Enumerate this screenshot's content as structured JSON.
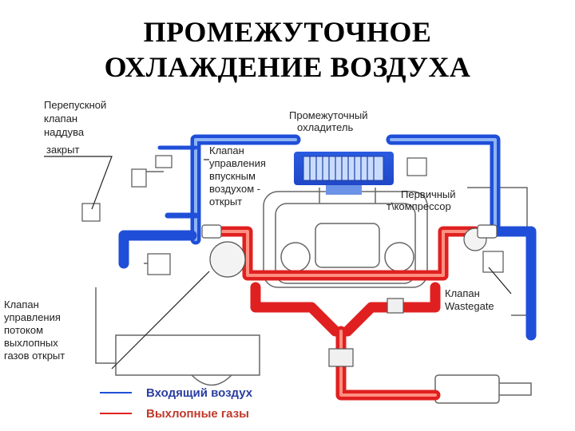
{
  "title": {
    "line1": "ПРОМЕЖУТОЧНОЕ",
    "line2": "ОХЛАЖДЕНИЕ ВОЗДУХА"
  },
  "labels": {
    "bypass": [
      "Перепускной",
      "клапан",
      "наддува",
      "закрыт"
    ],
    "intercooler": [
      "Промежуточный",
      "охладитель"
    ],
    "intake_valve": [
      "Клапан",
      "управления",
      "впускным",
      "воздухом -",
      "открыт"
    ],
    "primary_turbo": [
      "Первичный",
      "т\\компрессор"
    ],
    "wastegate": [
      "Клапан",
      "Wastegate"
    ],
    "exhaust_valve": [
      "Клапан",
      "управления",
      "потоком",
      "выхлопных",
      "газов открыт"
    ]
  },
  "legend": {
    "intake": "Входящий воздух",
    "exhaust": "Выхлопные газы"
  },
  "colors": {
    "intake": "#1f4fd8",
    "intake_light": "#8fb4f5",
    "exhaust": "#e02020",
    "exhaust_light": "#ff9a8a",
    "line": "#555555",
    "legend_text": "#2a3ea0",
    "legend_text_exhaust": "#c0392b"
  }
}
